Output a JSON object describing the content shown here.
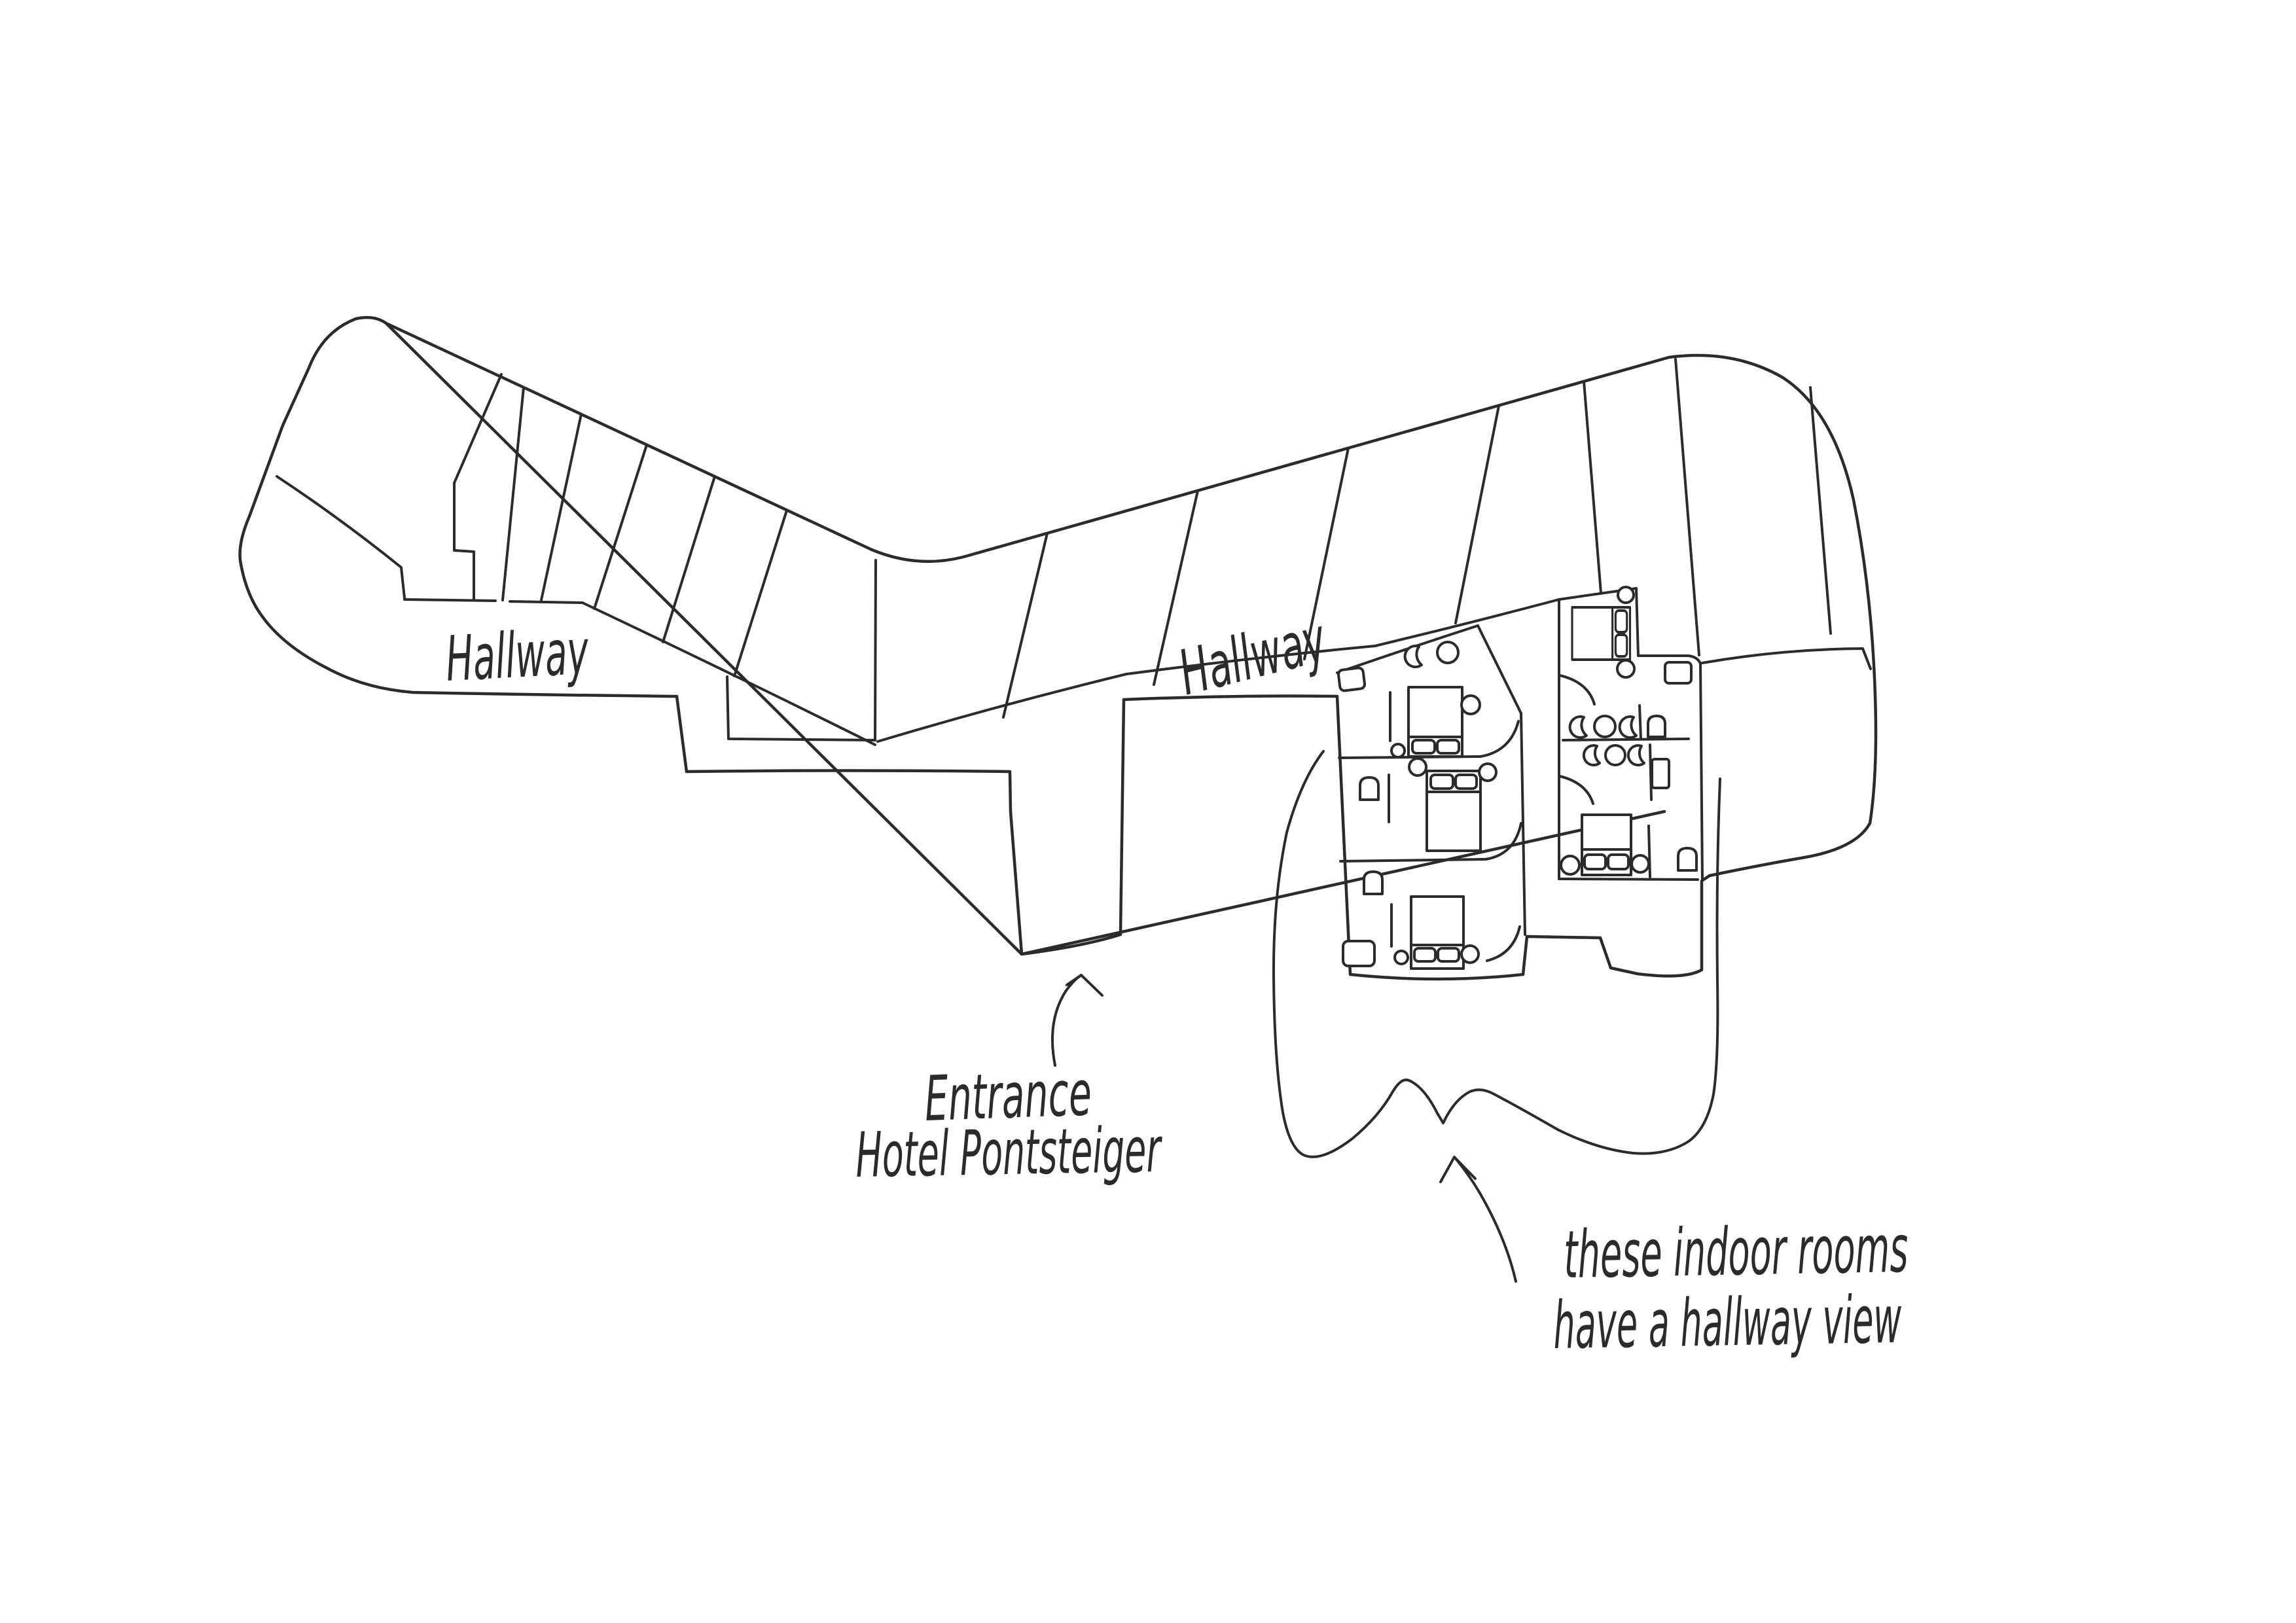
{
  "page": {
    "background_color": "#ffffff",
    "ink_color": "#2b2b2b",
    "drawing_style": "hand-drawn floor plan sketch"
  },
  "labels": {
    "hallway_left": "Hallway",
    "hallway_mid": "Hallway",
    "entrance": {
      "line1": "Entrance",
      "line2": "Hotel Pontsteiger"
    },
    "note": {
      "line1": "these indoor rooms",
      "line2": "have a hallway view"
    }
  }
}
